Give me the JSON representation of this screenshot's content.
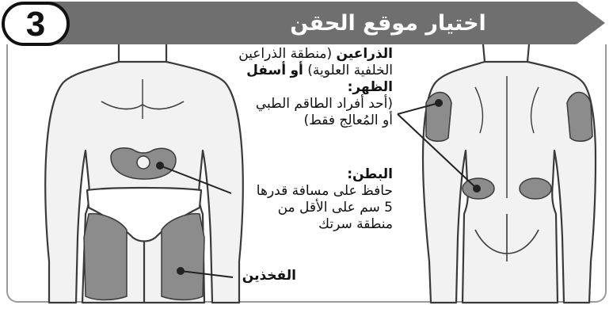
{
  "header": {
    "step_number": "3",
    "title": "اختيار موقع الحقن"
  },
  "labels": {
    "arms_back": {
      "line1_bold": "الذراعين",
      "line1_rest": "(منطقة الذراعين",
      "line2_rest": "الخلفية العلوية)",
      "line2_mid": "أو",
      "line2_bold": "أسفل",
      "line3_bold": "الظهر:",
      "line4": "(أحد أفراد الطاقم الطبي",
      "line5": "أو المُعالِج فقط)"
    },
    "abdomen": {
      "heading": "البطن:",
      "line1": "حافظ على مسافة قدرها",
      "line2": "5 سم على الأقل من",
      "line3": "منطقة سرتك"
    },
    "thighs": {
      "heading": "الفخذين"
    }
  },
  "colors": {
    "header_bg": "#6f6f6f",
    "site_fill": "#8c8c8c",
    "body_fill": "#f2f2f2",
    "outline": "#3a3a3a"
  }
}
